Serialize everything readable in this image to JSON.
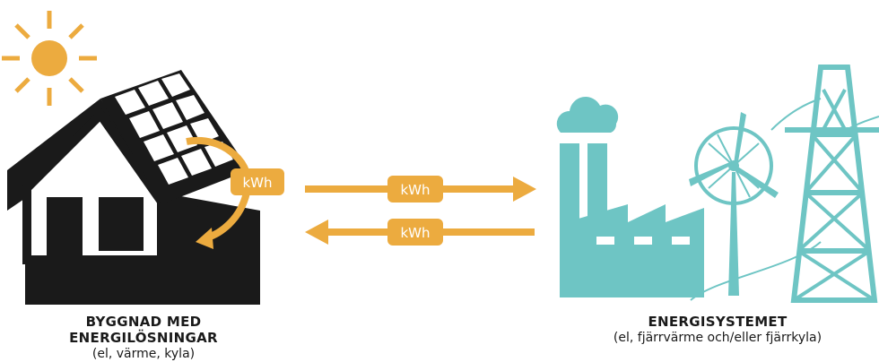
{
  "kwh_label": "kWh",
  "building": {
    "title": "BYGGNAD MED ENERGILÖSNINGAR",
    "subtitle": "(el, värme, kyla)"
  },
  "system": {
    "title": "ENERGISYSTEMET",
    "subtitle": "(el, fjärrvärme och/eller fjärrkyla)"
  },
  "colors": {
    "orange": "#ecab3f",
    "teal": "#6ec5c4",
    "dark": "#1a1a1a"
  }
}
